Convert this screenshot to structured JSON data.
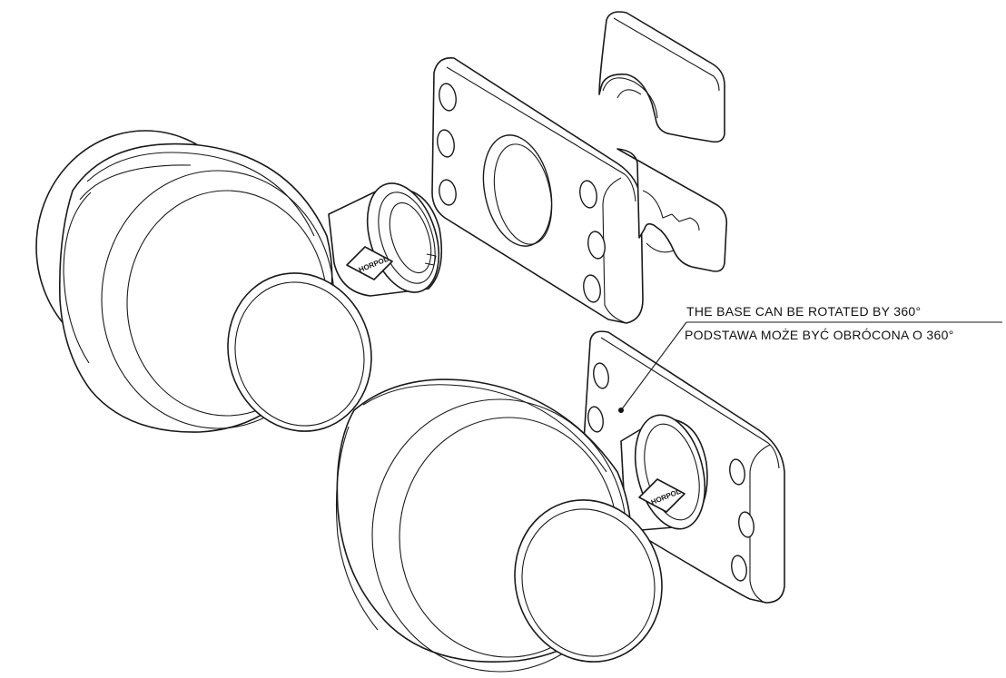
{
  "annotation": {
    "line_en": "THE BASE CAN BE ROTATED BY 360°",
    "line_pl": "PODSTAWA MOŻE BYĆ OBRÓCONA O 360°"
  },
  "logos": {
    "text": "HORPOL"
  },
  "colors": {
    "stroke": "#1a1a1a",
    "background": "#ffffff"
  }
}
